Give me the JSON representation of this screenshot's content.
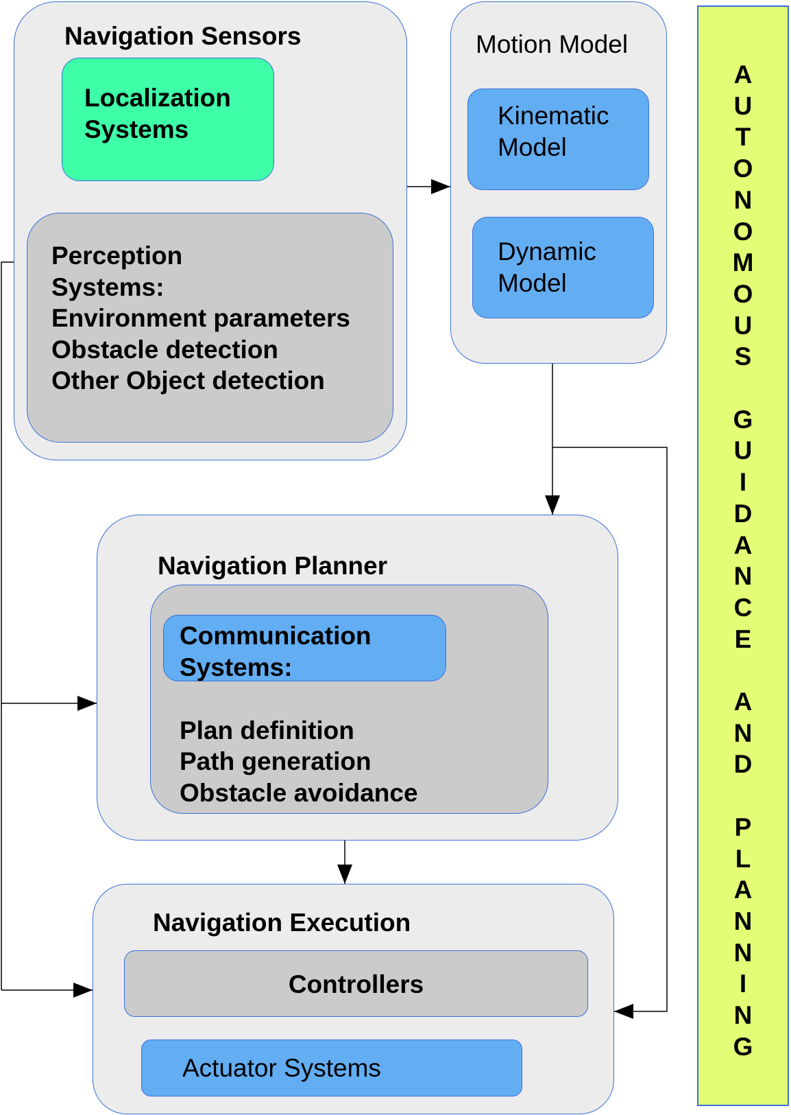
{
  "navigation_sensors": {
    "title": "Navigation Sensors",
    "localization": {
      "line1": "Localization",
      "line2": "Systems"
    },
    "perception": {
      "line1": "Perception",
      "line2": "Systems:",
      "items": [
        "Environment parameters",
        "Obstacle detection",
        "Other Object detection"
      ]
    }
  },
  "motion_model": {
    "title": "Motion Model",
    "kinematic": {
      "line1": "Kinematic",
      "line2": "Model"
    },
    "dynamic": {
      "line1": "Dynamic",
      "line2": "Model"
    }
  },
  "navigation_planner": {
    "title": "Navigation Planner",
    "communication": {
      "line1": "Communication",
      "line2": "Systems:"
    },
    "items": [
      "Plan definition",
      "Path generation",
      "Obstacle avoidance"
    ]
  },
  "navigation_execution": {
    "title": "Navigation Execution",
    "controllers": "Controllers",
    "actuator": "Actuator Systems"
  },
  "side_banner": {
    "text": "A\nU\nT\nO\nN\nO\nM\nO\nU\nS\n\nG\nU\nI\nD\nA\nN\nC\nE\n\nA\nN\nD\n\nP\nL\nA\nN\nN\nI\nN\nG"
  },
  "colors": {
    "outer_box": "#ececec",
    "grey_box": "#cbcbcb",
    "blue_box": "#63adf2",
    "green_box": "#3ffea8",
    "banner": "#e3fd76",
    "border": "#3a6fd8"
  }
}
